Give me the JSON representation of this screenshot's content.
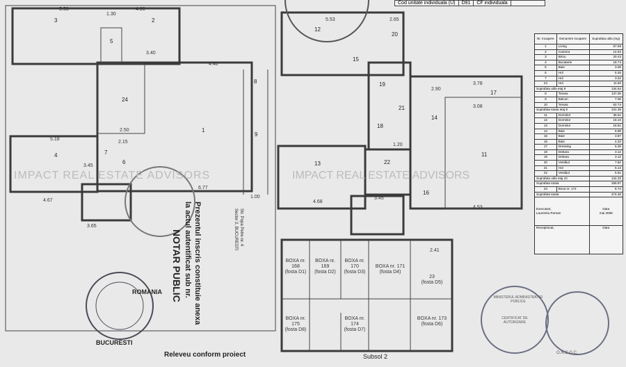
{
  "header_table": {
    "cod_label": "Cod unitate individuala (U)",
    "cod_value": "D91",
    "cf_label": "CF individuala"
  },
  "watermark": "IMPACT REAL ESTATE ADVISORS",
  "left_plan": {
    "rooms": [
      "1",
      "2",
      "3",
      "4",
      "5",
      "6",
      "7",
      "8",
      "9",
      "24"
    ],
    "dims": [
      "5.53",
      "4.90",
      "1.30",
      "3.40",
      "4.40",
      "2.50",
      "5.18",
      "3.45",
      "4.67",
      "3.65",
      "2.15",
      "6.77",
      "1.00"
    ]
  },
  "right_plan": {
    "rooms": [
      "12",
      "13",
      "14",
      "15",
      "16",
      "17",
      "18",
      "19",
      "20",
      "21",
      "22",
      "11"
    ],
    "dims": [
      "5.53",
      "2.65",
      "2.90",
      "3.78",
      "3.08",
      "1.20",
      "4.68",
      "3.45",
      "4.53"
    ]
  },
  "basement": {
    "title": "Subsol 2",
    "boxes": [
      {
        "label": "BOXA nr. 168",
        "sub": "(fosta D1)"
      },
      {
        "label": "BOXA nr. 169",
        "sub": "(fosta D2)"
      },
      {
        "label": "BOXA nr. 170",
        "sub": "(fosta D3)"
      },
      {
        "label": "BOXA nr. 171",
        "sub": "(fosta D4)"
      },
      {
        "label": "23",
        "sub": "(fosta D5)"
      },
      {
        "label": "BOXA nr. 175",
        "sub": "(fosta D8)"
      },
      {
        "label": "BOXA nr. 174",
        "sub": "(fosta D7)"
      },
      {
        "label": "BOXA nr. 173",
        "sub": "(fosta D6)"
      }
    ],
    "dim": "2.41"
  },
  "footer": {
    "caption": "Releveu conform proiect"
  },
  "annex_text": {
    "l1": "Prezentul inscris constituie anexa",
    "l2": "la actul autentificat sub nr.",
    "notary": "NOTAR PUBLIC",
    "addr1": "Str. Popa Petre nr. 4",
    "addr2": "Sector 2, BUCURESTI"
  },
  "table": {
    "headers": [
      "Nr. incapere",
      "Denumire incapere",
      "Suprafata utila (mp)"
    ],
    "rows": [
      [
        "1",
        "Living",
        "57.69"
      ],
      [
        "2",
        "Camera",
        "14.62"
      ],
      [
        "3",
        "Birou",
        "20.43"
      ],
      [
        "4",
        "Bucatarie",
        "18.74"
      ],
      [
        "5",
        "Baie",
        "3.06"
      ],
      [
        "6",
        "Hol",
        "5.26"
      ],
      [
        "7",
        "Hol",
        "3.22"
      ],
      [
        "24",
        "Hol",
        "11.50"
      ],
      [
        "",
        "Suprafata utila etaj 9",
        "134.54"
      ],
      [
        "8",
        "Terasa",
        "137.06"
      ],
      [
        "9",
        "Balcon",
        "7.05"
      ],
      [
        "10",
        "Terasa",
        "62.74"
      ],
      [
        "",
        "Suprafata totala etaj 9",
        "341.39"
      ],
      [
        "11",
        "Dormitor",
        "35.51"
      ],
      [
        "12",
        "Dormitor",
        "18.10"
      ],
      [
        "13",
        "Dormitor",
        "18.81"
      ],
      [
        "14",
        "Baie",
        "8.88"
      ],
      [
        "15",
        "Baie",
        "3.87"
      ],
      [
        "16",
        "Baie",
        "4.33"
      ],
      [
        "17",
        "Dressing",
        "5.26"
      ],
      [
        "18",
        "Debara",
        "3.12"
      ],
      [
        "19",
        "Debara",
        "3.12"
      ],
      [
        "20",
        "Vestibul",
        "7.82"
      ],
      [
        "21",
        "Hol",
        "5.14"
      ],
      [
        "22",
        "Vestibul",
        "5.51"
      ],
      [
        "",
        "Suprafata utila etaj 10",
        "124.33"
      ],
      [
        "",
        "Suprafata totala",
        "258.87"
      ],
      [
        "23",
        "Boxa nr. 172",
        "8.74"
      ],
      [
        "",
        "Suprafata totala",
        "474.46"
      ]
    ],
    "executant": "Executant,",
    "executant_name": "Laurentiu Roman",
    "data_label": "Data",
    "data_value": "mai 2008",
    "receptionat": "Receptionat,"
  },
  "stamps": {
    "notary_city": "BUCURESTI",
    "notary_word": "ROMANIA",
    "ministry": "MINISTERUL ADMINISTRATIEI PUBLICE",
    "ministry_sub": "O.N.C.G.C.",
    "cert": "CERTIFICAT DE AUTORIZARE"
  }
}
